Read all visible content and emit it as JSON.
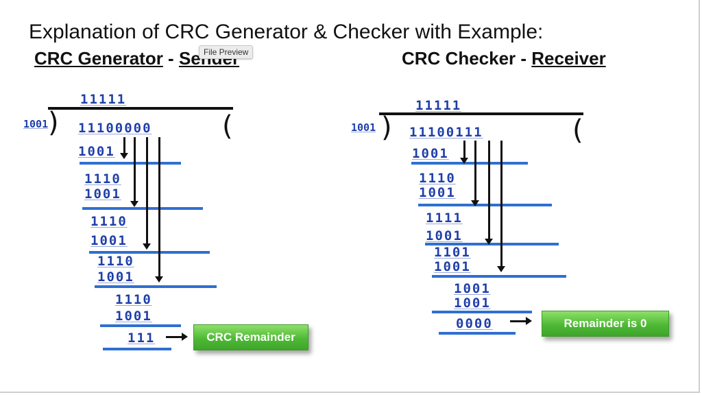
{
  "title": "Explanation of CRC Generator & Checker with Example:",
  "generator": {
    "heading": "CRC Generator",
    "dash": " - ",
    "sender": "Sender",
    "tooltip": "File Preview",
    "quotient": "11111",
    "divisor": "1001",
    "dividend": "11100000",
    "steps": [
      "1001",
      "1110",
      "1001",
      "1110",
      "1001",
      "1110",
      "1001",
      "1110",
      "1001"
    ],
    "remainder": "111",
    "badge": "CRC Remainder"
  },
  "checker": {
    "heading": "CRC Checker",
    "dash": " - ",
    "receiver": "Receiver",
    "quotient": "11111",
    "divisor": "1001",
    "dividend": "11100111",
    "steps": [
      "1001",
      "1110",
      "1001",
      "1111",
      "1001",
      "1101",
      "1001",
      "1001",
      "1001"
    ],
    "remainder": "0000",
    "badge": "Remainder  is 0"
  },
  "colors": {
    "bits": "#1f3fa8",
    "rule": "#2f6fd0",
    "badge": "#4fb936"
  }
}
